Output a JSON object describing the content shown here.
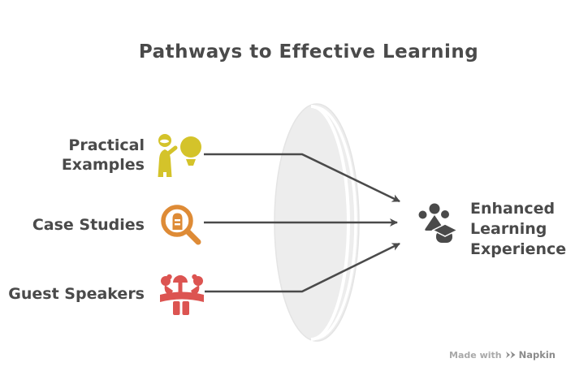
{
  "title": "Pathways to Effective Learning",
  "sources": [
    {
      "label": "Practical Examples",
      "lines": [
        "Practical",
        "Examples"
      ],
      "icon": "person-lightbulb-icon",
      "color": "#d4c32a"
    },
    {
      "label": "Case Studies",
      "lines": [
        "Case Studies"
      ],
      "icon": "magnifier-document-icon",
      "color": "#de8b36"
    },
    {
      "label": "Guest Speakers",
      "lines": [
        "Guest Speakers"
      ],
      "icon": "speaker-podium-icon",
      "color": "#dc5451"
    }
  ],
  "target": {
    "label": "Enhanced Learning Experience",
    "lines": [
      "Enhanced",
      "Learning",
      "Experience"
    ],
    "icon": "group-graduation-icon",
    "color": "#4a4a4a"
  },
  "watermark": {
    "prefix": "Made with",
    "brand": "Napkin",
    "logo": "napkin-logo-icon"
  },
  "colors": {
    "ink": "#4a4a4a",
    "arrow": "#4a4a4a",
    "lens_fill": "#ededed",
    "lens_highlight": "#ffffff",
    "source_yellow": "#d4c32a",
    "source_orange": "#de8b36",
    "source_red": "#dc5451",
    "watermark_text": "#a9a9a9",
    "watermark_brand": "#8b8b8b",
    "background": "#ffffff"
  }
}
